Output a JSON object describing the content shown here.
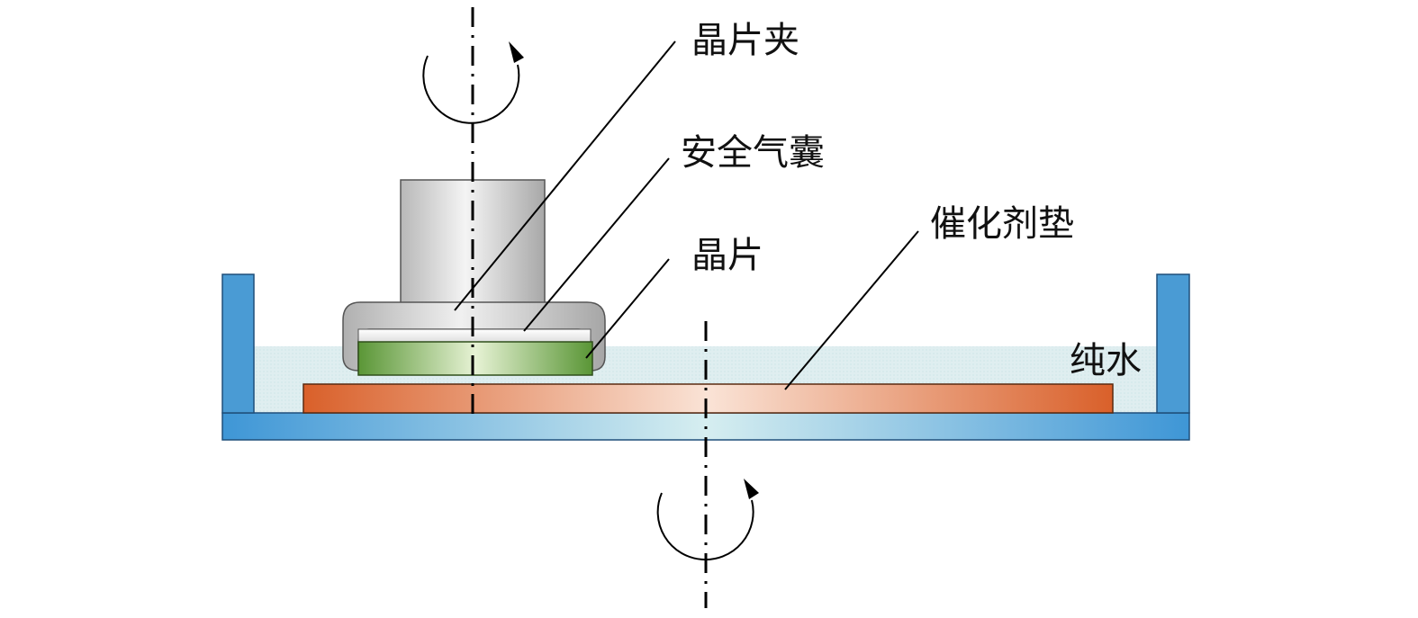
{
  "labels": {
    "wafer_chuck": "晶片夹",
    "safety_airbag": "安全气囊",
    "wafer": "晶片",
    "catalyst_pad": "催化剂垫",
    "pure_water": "纯水"
  },
  "colors": {
    "tank_wall": "#4a9bd4",
    "tank_base": "#52a6d6",
    "water": "#dcecee",
    "pad_edge": "#d9602a",
    "pad_center": "#f8e0d2",
    "wafer_edge": "#5e9a3c",
    "wafer_center": "#e4f0d2",
    "chuck_gray": "#c4c4c4",
    "airbag": "#f7f7f7"
  }
}
